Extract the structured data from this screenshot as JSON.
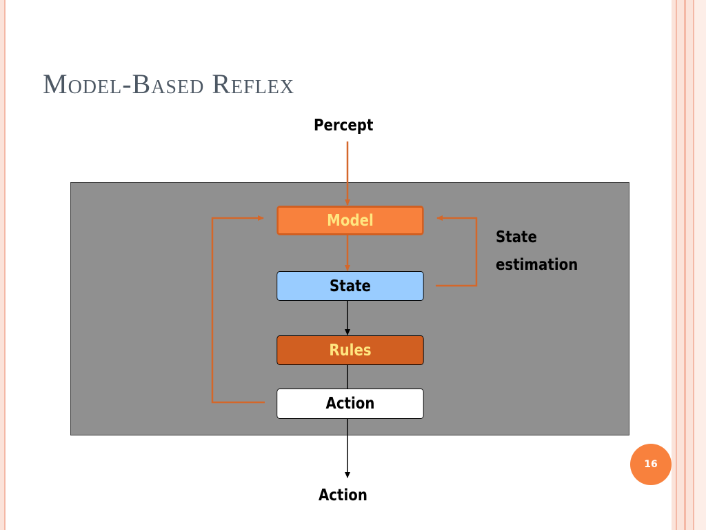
{
  "slide": {
    "title": "Model-Based Reflex",
    "page_number": "16"
  },
  "diagram": {
    "input_label": "Percept",
    "output_label": "Action",
    "side_label_line1": "State",
    "side_label_line2": "estimation",
    "boxes": {
      "model": "Model",
      "state": "State",
      "rules": "Rules",
      "action": "Action"
    }
  },
  "colors": {
    "accent_orange": "#f8813d",
    "dark_orange": "#d15f21",
    "state_blue": "#99ccff",
    "panel_gray": "#909090",
    "arrow_orange": "#d4672a",
    "label_yellow": "#ffe680",
    "title_gray": "#4c5763"
  }
}
